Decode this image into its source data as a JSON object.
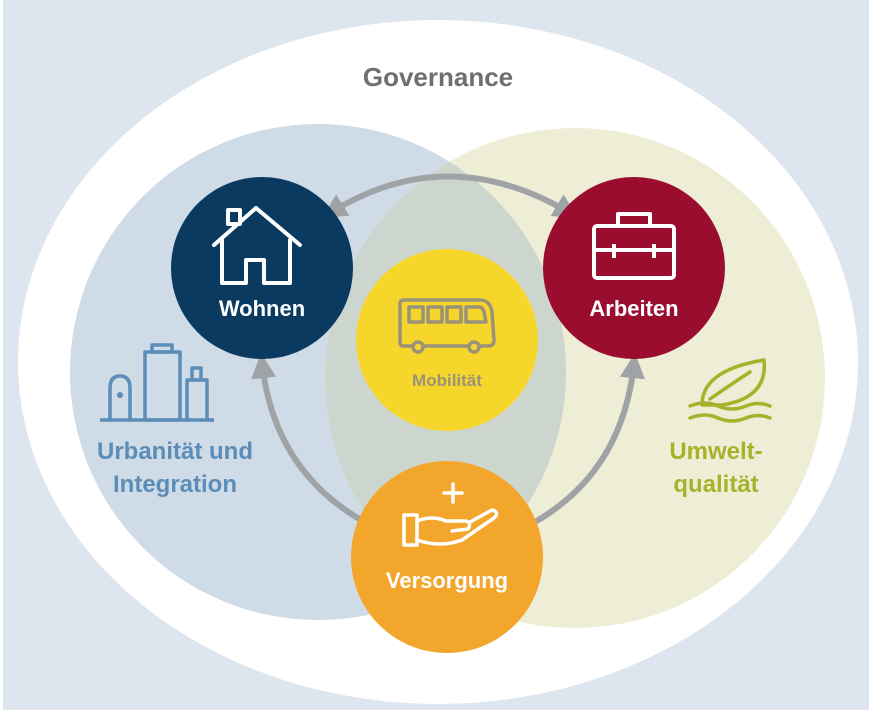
{
  "governance": {
    "title": "Governance"
  },
  "circles": {
    "wohnen": {
      "label": "Wohnen",
      "icon": "house-icon",
      "color": "#0a3a5f"
    },
    "arbeiten": {
      "label": "Arbeiten",
      "icon": "briefcase-icon",
      "color": "#9a0d2f"
    },
    "mobilitaet": {
      "label": "Mobilität",
      "icon": "bus-icon",
      "color": "#f7d62b"
    },
    "versorgung": {
      "label": "Versorgung",
      "icon": "care-hand-icon",
      "color": "#f3a62c"
    }
  },
  "regions": {
    "left": {
      "line1": "Urbanität und",
      "line2": "Integration",
      "icon": "buildings-icon",
      "color": "#5b8db8"
    },
    "right": {
      "line1": "Umwelt-",
      "line2": "qualität",
      "icon": "leaf-icon",
      "color": "#a7b22a"
    }
  },
  "colors": {
    "background": "#dde5ee",
    "outer_ellipse": "#ffffff",
    "left_region": "#cfdbe7",
    "right_region": "#eeeed7",
    "overlap": "#cdd5cf",
    "arrows": "#a0a3a6"
  }
}
